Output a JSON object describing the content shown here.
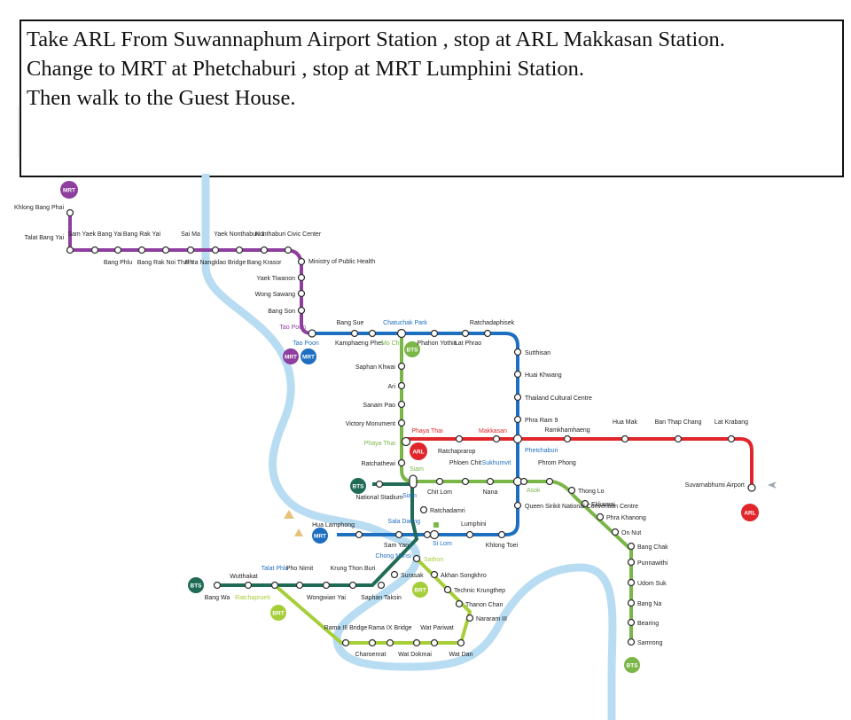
{
  "instructions": {
    "line1": "Take ARL From Suwannaphum Airport Station , stop at ARL Makkasan Station.",
    "line2": "Change to MRT at Phetchaburi , stop at MRT Lumphini Station.",
    "line3": "Then walk to the Guest House."
  },
  "colors": {
    "mrt_purple": "#8e3e9e",
    "mrt_blue": "#1e6fc0",
    "bts_green": "#7ab648",
    "bts_silom": "#1f6b55",
    "arl_red": "#e0262b",
    "gold_line": "#a6ce39",
    "river": "#b8dcf2"
  },
  "badges": {
    "mrt": "MRT",
    "bts": "BTS",
    "arl": "ARL",
    "brt": "BRT"
  },
  "stations": {
    "khlong_bang_phai": "Khlong Bang Phai",
    "talat_bang_yai": "Talat Bang Yai",
    "sam_yaek_bang_yai": "Sam Yaek Bang Yai",
    "bang_rak_yai": "Bang Rak Yai",
    "sai_ma": "Sai Ma",
    "yaek_nonthaburi_1": "Yaek Nonthaburi 1",
    "nonthaburi_civic_center": "Nonthaburi Civic Center",
    "bang_phlu": "Bang Phlu",
    "bang_rak_noi_thai_it": "Bang Rak Noi Thai It",
    "phra_nangklao_bridge": "Phra Nangklao Bridge",
    "bang_krasor": "Bang Krasor",
    "ministry_of_public_health": "Ministry of Public Health",
    "yaek_tiwanon": "Yaek Tiwanon",
    "wong_sawang": "Wong Sawang",
    "bang_son": "Bang Son",
    "tao_poon": "Tao Poon",
    "bang_sue": "Bang Sue",
    "chatuchak_park": "Chatuchak Park",
    "ratchadaphisek": "Ratchadaphisek",
    "kamphaeng_phet": "Kamphaeng Phet",
    "mo_chit": "Mo Chit",
    "phahon_yothin": "Phahon Yothin",
    "lat_phrao": "Lat Phrao",
    "sutthisan": "Sutthisan",
    "saphan_khwai": "Saphan Khwai",
    "huai_khwang": "Huai Khwang",
    "ari": "Ari",
    "thailand_cultural_centre": "Thailand Cultural Centre",
    "sanam_pao": "Sanam Pao",
    "victory_monument": "Victory Monument",
    "phra_ram_9": "Phra Ram 9",
    "ramkhamhaeng": "Ramkhamhaeng",
    "hua_mak": "Hua Mak",
    "ban_thap_chang": "Ban Thap Chang",
    "lat_krabang": "Lat Krabang",
    "phaya_thai": "Phaya Thai",
    "makkasan": "Makkasan",
    "ratchaprarop": "Ratchaprarop",
    "phetchaburi": "Phetchaburi",
    "ratchathewi": "Ratchathewi",
    "phloen_chit": "Phloen Chit",
    "sukhumvit": "Sukhumvit",
    "phrom_phong": "Phrom Phong",
    "suvarnabhumi_airport": "Suvarnabhumi Airport",
    "siam": "Siam",
    "national_stadium": "National Stadium",
    "chit_lom": "Chit Lom",
    "nana": "Nana",
    "asok": "Asok",
    "thong_lo": "Thong Lo",
    "ekkamai": "Ekkamai",
    "ratchadamri": "Ratchadamri",
    "queen_sirikit": "Queen Sirikit National Convention Centre",
    "phra_khanong": "Phra Khanong",
    "hua_lamphong": "Hua Lamphong",
    "sala_daeng": "Sala Daeng",
    "lumphini": "Lumphini",
    "on_nut": "On Nut",
    "sam_yan": "Sam Yan",
    "si_lom": "Si Lom",
    "khlong_toei": "Khlong Toei",
    "bang_chak": "Bang Chak",
    "chong_nonsi": "Chong Nonsi",
    "punnawithi": "Punnawithi",
    "surasak": "Surasak",
    "akhan_songkhro": "Akhan Songkhro",
    "technic_krungthep": "Technic Krungthep",
    "udom_suk": "Udom Suk",
    "talat_phlu": "Talat Phlu",
    "pho_nimit": "Pho Nimit",
    "krung_thon_buri": "Krung Thon Buri",
    "wutthakat": "Wutthakat",
    "bang_wa": "Bang Wa",
    "ratchapruek": "Ratchapruek",
    "wongwian_yai": "Wongwian Yai",
    "saphan_taksin": "Saphan Taksin",
    "thanon_chan": "Thanon Chan",
    "nararam_3": "Nararam III",
    "bang_na": "Bang Na",
    "bearing": "Bearing",
    "rama_3_bridge": "Rama III Bridge",
    "rama_9_bridge": "Rama IX Bridge",
    "wat_pariwat": "Wat Pariwat",
    "samrong": "Samrong",
    "charoenrat": "Charoenrat",
    "wat_dokmai": "Wat Dokmai",
    "wat_dan": "Wat Dan",
    "sathon": "Sathon"
  }
}
